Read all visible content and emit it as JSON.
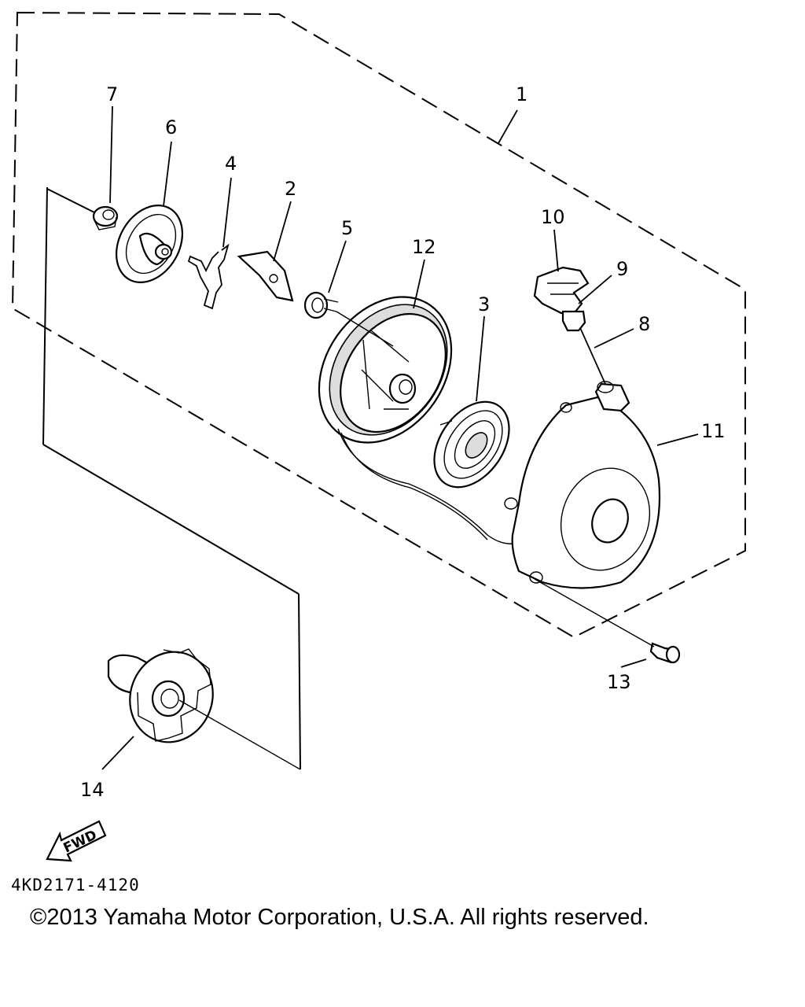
{
  "callouts": {
    "p1": "1",
    "p2": "2",
    "p3": "3",
    "p4": "4",
    "p5": "5",
    "p6": "6",
    "p7": "7",
    "p8": "8",
    "p9": "9",
    "p10": "10",
    "p11": "11",
    "p12": "12",
    "p13": "13",
    "p14": "14"
  },
  "fwd_label": "FWD",
  "drawing_code": "4KD2171-4120",
  "copyright": "©2013 Yamaha Motor Corporation, U.S.A. All rights reserved."
}
